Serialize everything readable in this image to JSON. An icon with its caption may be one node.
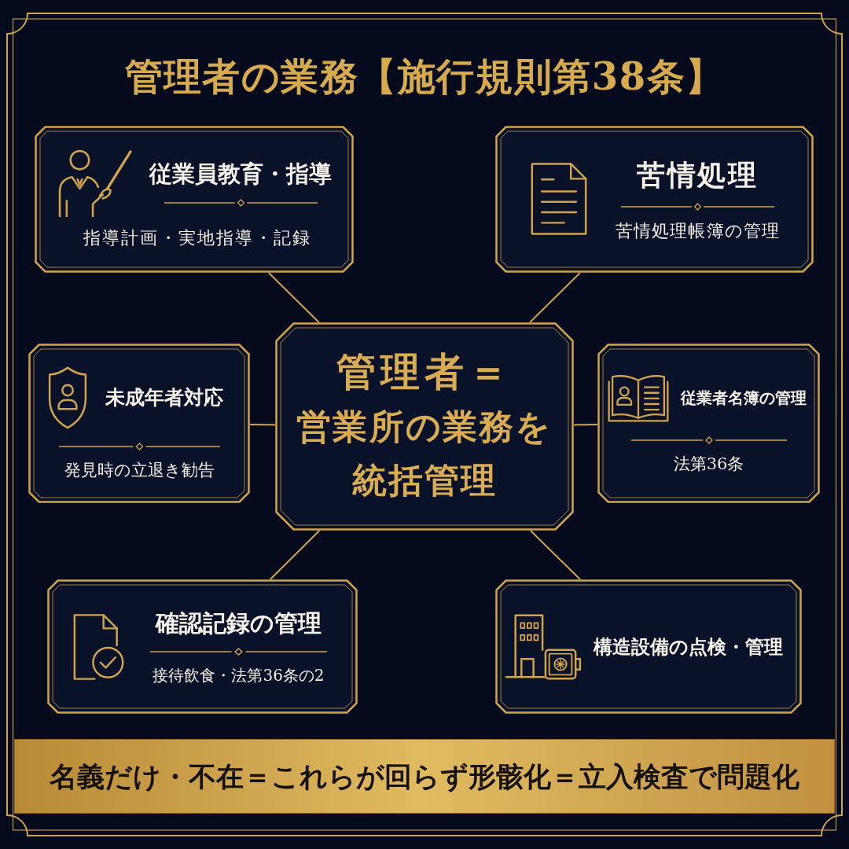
{
  "diagram": {
    "title": "管理者の業務【施行規則第38条】",
    "nodes": [
      {
        "text": [
          "従業員教育・指導",
          "指導計画・実地指導・記録"
        ]
      },
      {
        "text": [
          "苦情処理",
          "苦情処理帳簿の管理"
        ]
      },
      {
        "text": [
          "未成年者対応",
          "発見時の立退き勧告"
        ]
      },
      {
        "text": [
          "管理者＝",
          "営業所の業務を統括管理"
        ]
      },
      {
        "text": [
          "従業者名簿の管理",
          "法第36条"
        ]
      },
      {
        "text": [
          "確認記録の管理",
          "接待飲食・法第36条の2"
        ]
      },
      {
        "text": [
          "構造設備の点検・管理"
        ]
      },
      {
        "text": [
          "名義だけ・不在＝これらが回らず形骸化＝立入検査で問題化"
        ]
      }
    ],
    "edges": [
      {
        "from": 3,
        "to": 0,
        "arrow": "none"
      },
      {
        "from": 3,
        "to": 1,
        "arrow": "none"
      },
      {
        "from": 3,
        "to": 2,
        "arrow": "none"
      },
      {
        "from": 3,
        "to": 4,
        "arrow": "none"
      },
      {
        "from": 3,
        "to": 5,
        "arrow": "none"
      },
      {
        "from": 3,
        "to": 6,
        "arrow": "none"
      }
    ]
  }
}
